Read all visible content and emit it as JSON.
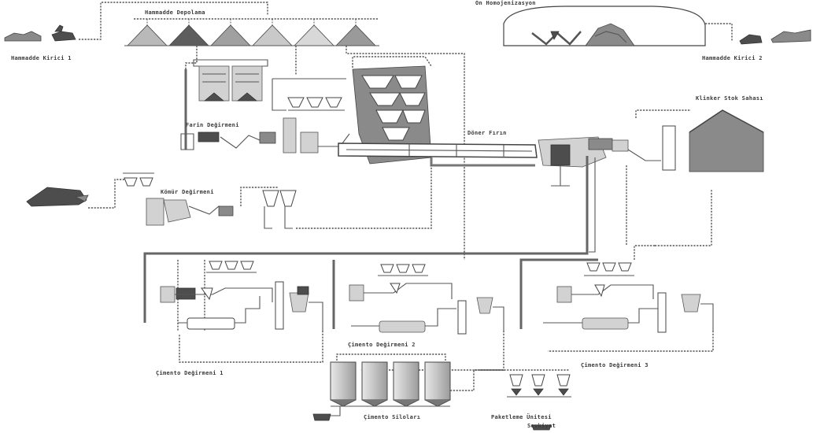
{
  "labels": {
    "quarry1": "Hammadde Kirici 1",
    "quarry2": "Hammadde Kirici 2",
    "raw_storage": "Hammadde Depolama",
    "prehomogenization": "Ön Homojenizasyon",
    "raw_mill": "Farin Değirmeni",
    "coal_mill": "Kömür Değirmeni",
    "kiln": "Döner Fırın",
    "clinker_storage": "Klinker Stok Sahası",
    "cement_mill_1": "Çimento Değirmeni 1",
    "cement_mill_2": "Çimento Değirmeni 2",
    "cement_mill_3": "Çimento Değirmeni 3",
    "cement_silos": "Çimento Siloları",
    "packing": "Paketleme Ünitesi",
    "dispatch": "Sevkiyat"
  },
  "colors": {
    "line": "#555555",
    "dark_fill": "#4d4d4d",
    "light_fill": "#d2d2d2",
    "background": "#ffffff"
  }
}
